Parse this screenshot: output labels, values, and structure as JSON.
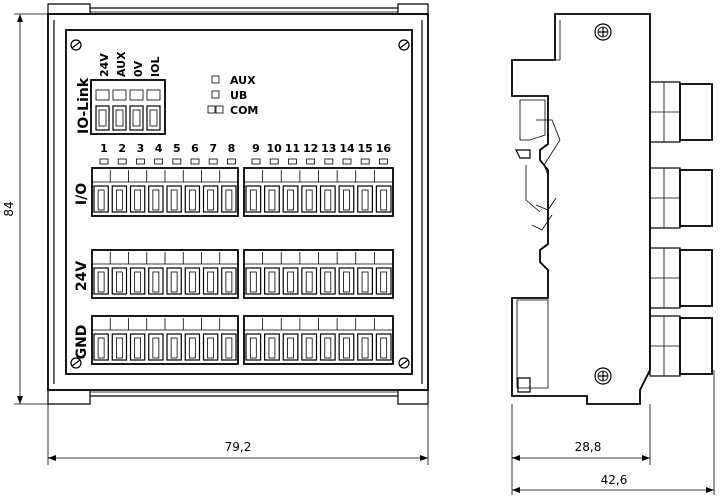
{
  "front_view": {
    "iolink_label": "IO-Link",
    "iolink_pins": [
      "24V",
      "AUX",
      "0V",
      "IOL"
    ],
    "leds": [
      "AUX",
      "UB",
      "COM"
    ],
    "channels_left": [
      "1",
      "2",
      "3",
      "4",
      "5",
      "6",
      "7",
      "8"
    ],
    "channels_right": [
      "9",
      "10",
      "11",
      "12",
      "13",
      "14",
      "15",
      "16"
    ],
    "rows": [
      "I/O",
      "24V",
      "GND"
    ]
  },
  "dimensions": {
    "height": "84",
    "width_front": "79,2",
    "depth_rail": "28,8",
    "depth_total": "42,6"
  }
}
